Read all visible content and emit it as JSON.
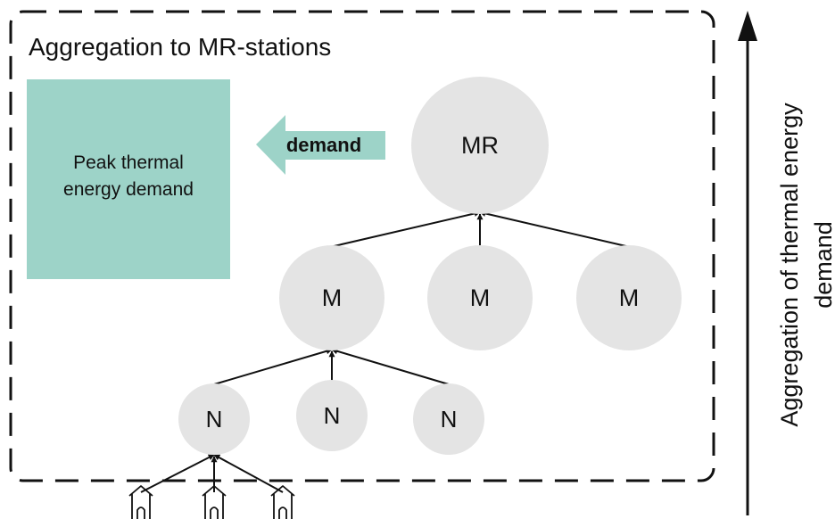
{
  "frame": {
    "title": "Aggregation to MR-stations"
  },
  "peak_box": {
    "line1": "Peak thermal",
    "line2": "energy demand",
    "color": "#9dd3c8"
  },
  "demand_arrow": {
    "label": "demand",
    "color": "#9dd3c8"
  },
  "nodes": {
    "mr": "MR",
    "m1": "M",
    "m2": "M",
    "m3": "M",
    "n1": "N",
    "n2": "N",
    "n3": "N"
  },
  "side_axis": {
    "line1": "Aggregation of thermal energy",
    "line2": "demand"
  },
  "colors": {
    "node_fill": "#e4e4e4",
    "stroke": "#111111"
  }
}
